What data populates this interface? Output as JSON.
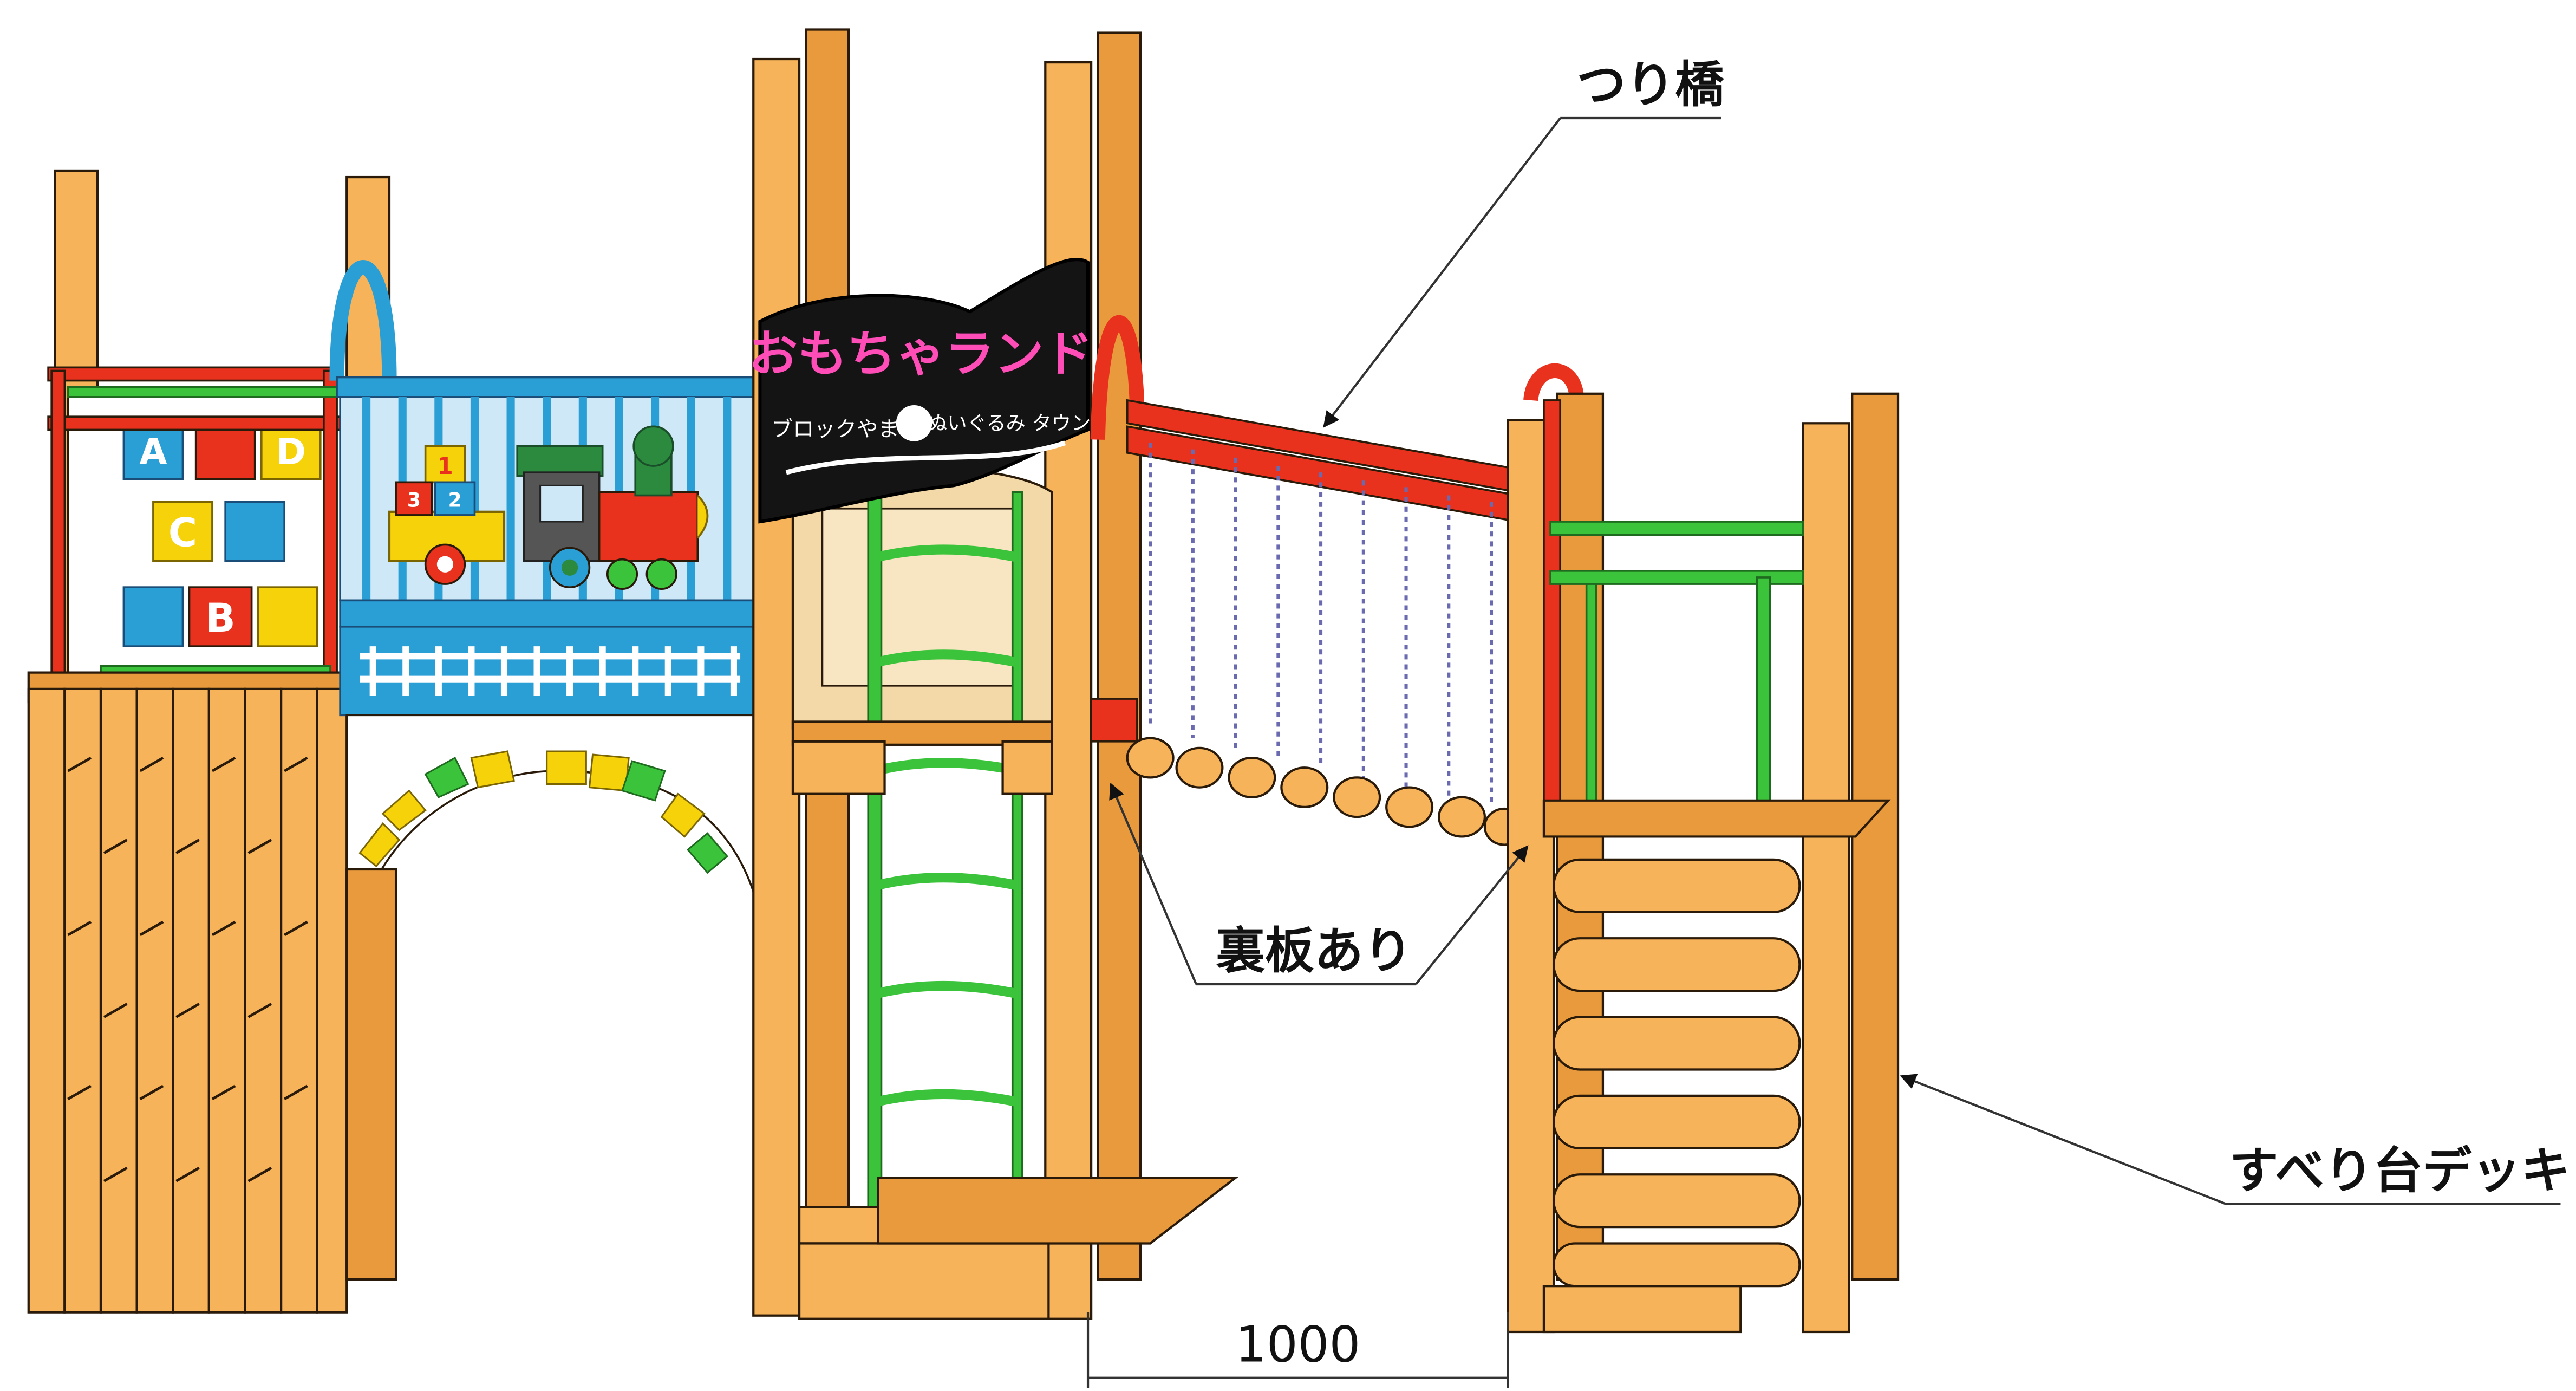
{
  "callouts": {
    "suspension_bridge": "つり橋",
    "back_panel": "裏板あり",
    "slide_deck": "すべり台デッキ"
  },
  "dimension": {
    "value": "1000"
  },
  "sign": {
    "title": "おもちゃランド",
    "left_text": "ブロックやま",
    "right_text": "ぬいぐるみ タウン"
  },
  "abc_panel": {
    "letters": [
      "A",
      "D",
      "C",
      "B"
    ]
  },
  "toy_blocks": {
    "numbers": [
      "1",
      "3",
      "2"
    ]
  },
  "colors": {
    "wood": "#f7b35a",
    "wood_dark": "#e89a3c",
    "outline": "#2a1a0a",
    "red": "#e8321e",
    "green": "#3cc33c",
    "blue": "#2a9fd6",
    "sky": "#cfe8f7",
    "sign_bg": "#141414"
  }
}
